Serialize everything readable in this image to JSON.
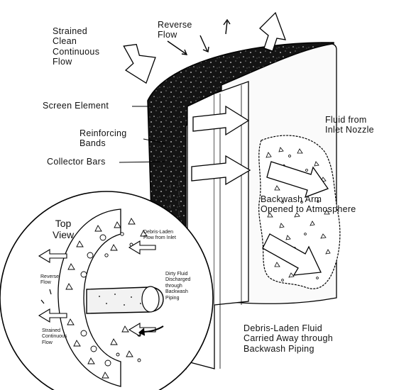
{
  "labels": {
    "strained_flow": "Strained\nClean\nContinuous\nFlow",
    "reverse_flow": "Reverse\nFlow",
    "screen_element": "Screen Element",
    "reinforcing_bands": "Reinforcing\nBands",
    "collector_bars": "Collector Bars",
    "fluid_from_inlet": "Fluid from\nInlet Nozzle",
    "backwash_arm": "Backwash Arm\nOpened to Atmosphere",
    "debris_laden_fluid": "Debris-Laden Fluid\nCarried Away through\nBackwash Piping"
  },
  "top_view": {
    "title": "Top\nView",
    "debris_laden_flow": "Debris-Laden\nFlow from Inlet",
    "dirty_fluid": "Dirty Fluid\nDischarged\nthrough\nBackwash\nPiping",
    "reverse_flow": "Reverse\nFlow",
    "strained_flow": "Strained\nContinuous\nFlow"
  }
}
